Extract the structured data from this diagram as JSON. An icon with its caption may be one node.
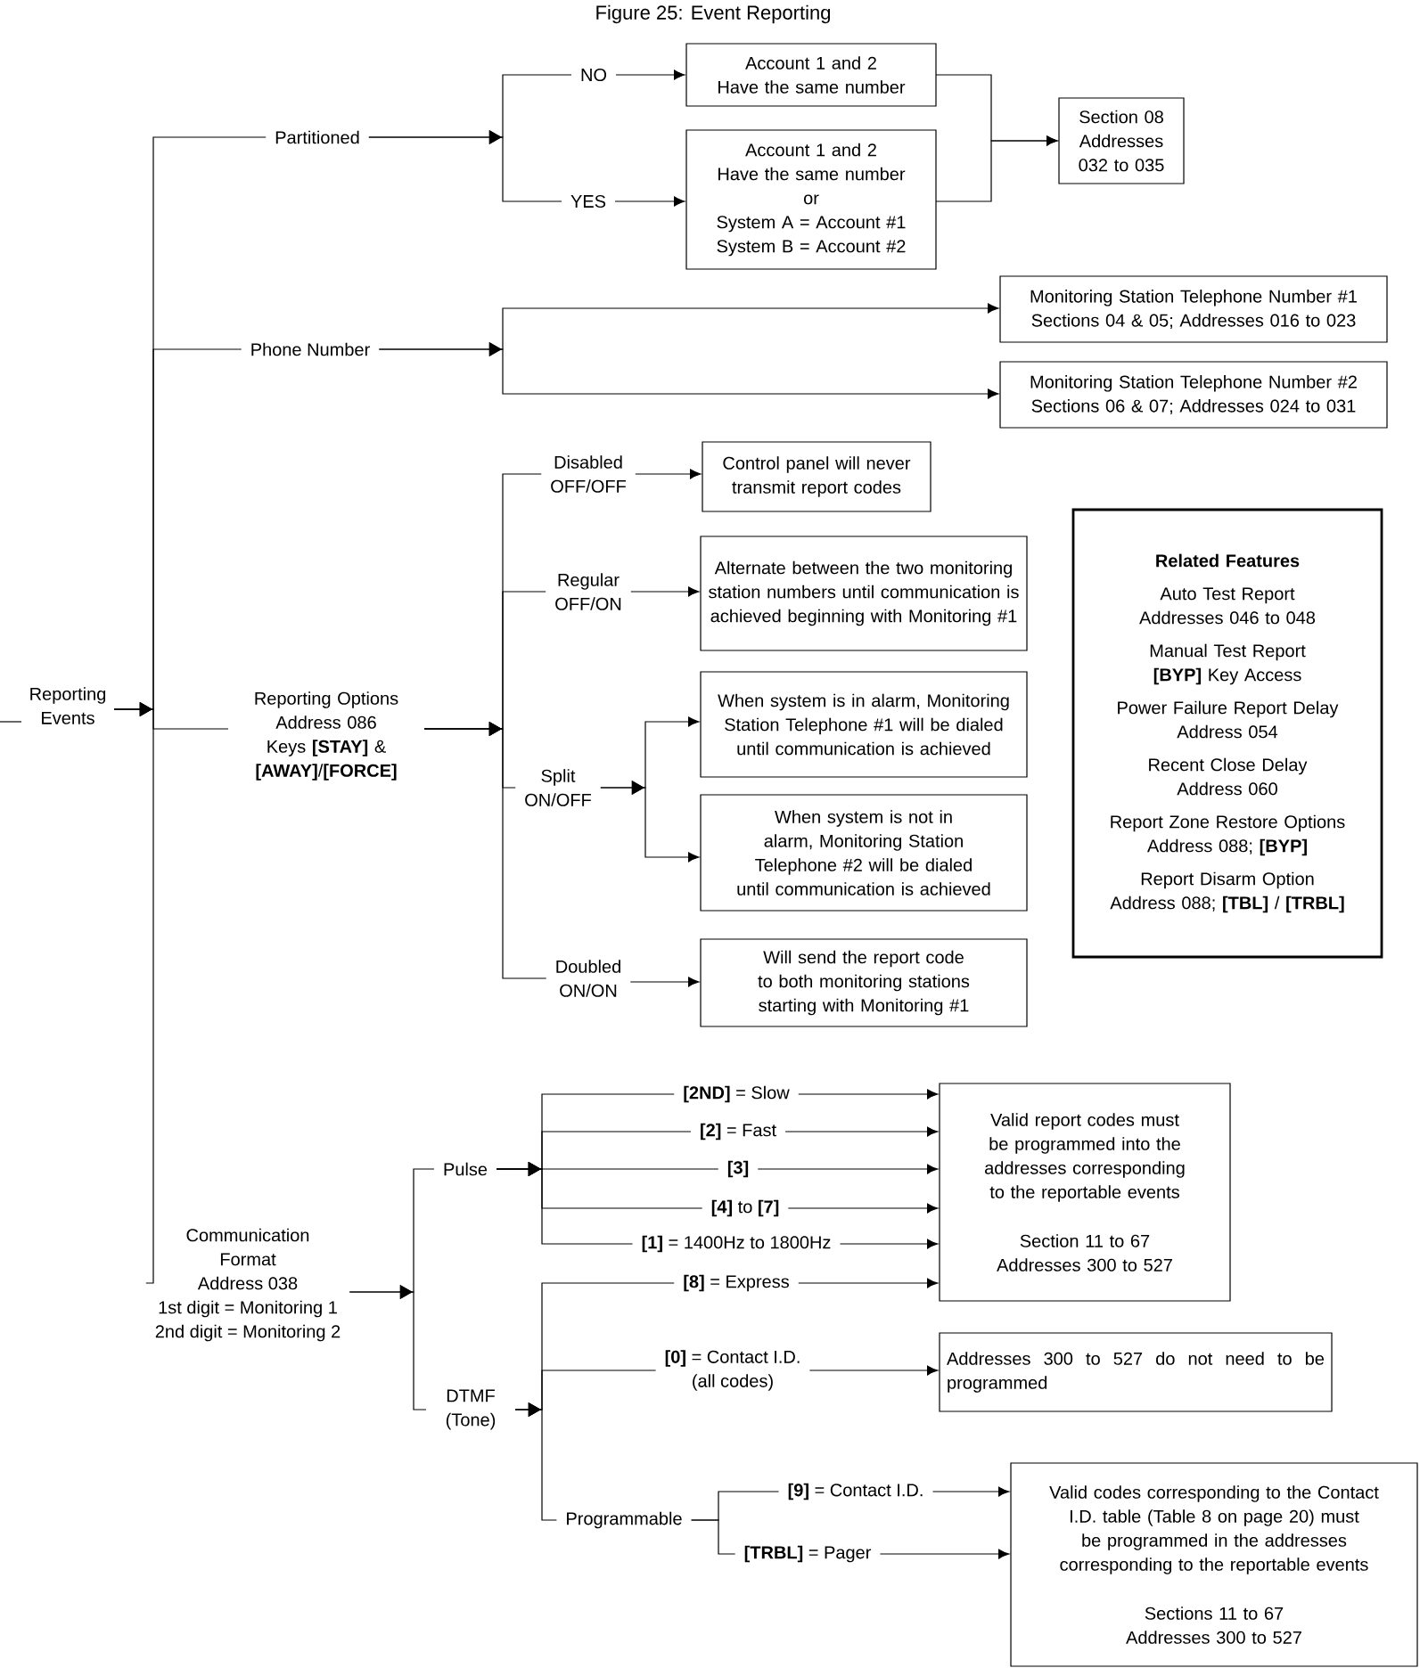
{
  "diagram": {
    "title": "Figure 25: Event Reporting",
    "nodes": [
      {
        "text": [
          "Reporting Events"
        ]
      },
      {
        "text": [
          "Partitioned"
        ]
      },
      {
        "text": [
          "NO"
        ]
      },
      {
        "text": [
          "YES"
        ]
      },
      {
        "text": [
          "Account 1 and 2",
          "Have the same number"
        ]
      },
      {
        "text": [
          "Account 1 and 2",
          "Have the same number",
          "or",
          "System A = Account #1",
          "System B = Account #2"
        ]
      },
      {
        "text": [
          "Section 08",
          "Addresses 032 to 035"
        ]
      },
      {
        "text": [
          "Phone Number"
        ]
      },
      {
        "text": [
          "Monitoring Station Telephone Number #1",
          "Sections 04 & 05; Addresses 016 to 023"
        ]
      },
      {
        "text": [
          "Monitoring Station Telephone Number #2",
          "Sections 06 & 07; Addresses 024 to 031"
        ]
      },
      {
        "text": [
          "Reporting Options",
          "Address 086",
          "Keys **[STAY]** & **[AWAY]**/**[FORCE]**"
        ]
      },
      {
        "text": [
          "Disabled",
          "OFF/OFF"
        ]
      },
      {
        "text": [
          "Control panel will never transmit report codes"
        ]
      },
      {
        "text": [
          "Regular",
          "OFF/ON"
        ]
      },
      {
        "text": [
          "Alternate between the two monitoring station numbers until communication is achieved beginning with Monitoring #1"
        ]
      },
      {
        "text": [
          "Split",
          "ON/OFF"
        ]
      },
      {
        "text": [
          "When system is in alarm, Monitoring Station Telephone #1 will be dialed until communication is achieved"
        ]
      },
      {
        "text": [
          "When system is not in alarm, Monitoring Station Telephone #2 will be dialed until communication is achieved"
        ]
      },
      {
        "text": [
          "Doubled",
          "ON/ON"
        ]
      },
      {
        "text": [
          "Will send the report code to both monitoring stations starting with Monitoring #1"
        ]
      },
      {
        "text": [
          "Communication Format",
          "Address 038",
          "1st digit = Monitoring 1",
          "2nd digit = Monitoring 2"
        ]
      },
      {
        "text": [
          "Pulse"
        ]
      },
      {
        "text": [
          "DTMF (Tone)"
        ]
      },
      {
        "text": [
          "**[2ND]** = Slow"
        ]
      },
      {
        "text": [
          "**[2]** = Fast"
        ]
      },
      {
        "text": [
          "**[3]**"
        ]
      },
      {
        "text": [
          "**[4]** to **[7]**"
        ]
      },
      {
        "text": [
          "**[1]** = 1400Hz to 1800Hz"
        ]
      },
      {
        "text": [
          "**[8]** = Express"
        ]
      },
      {
        "text": [
          "**[0]** = Contact I.D.",
          "(all codes)"
        ]
      },
      {
        "text": [
          "Programmable"
        ]
      },
      {
        "text": [
          "Valid report codes must be programmed into the addresses corresponding to the reportable events",
          "Section 11 to 67",
          "Addresses 300 to 527"
        ]
      },
      {
        "text": [
          "Addresses 300 to 527 do not need to be programmed"
        ]
      },
      {
        "text": [
          "**[9]** = Contact I.D."
        ]
      },
      {
        "text": [
          "**[TRBL]** = Pager"
        ]
      },
      {
        "text": [
          "Valid codes corresponding to the Contact I.D. table (Table 8 on page 20) must be programmed in the addresses corresponding to the reportable events",
          "Sections 11 to 67",
          "Addresses 300 to 527"
        ]
      },
      {
        "text": [
          "Related Features",
          "Auto Test Report",
          "Addresses 046 to 048",
          "Manual Test Report",
          "**[BYP]** Key Access",
          "Power Failure Report Delay",
          "Address 054",
          "Recent Close Delay",
          "Address 060",
          "Report Zone Restore Options",
          "Address 088; **[BYP]**",
          "Report Disarm Option",
          "Address 088; **[TBL]** / **[TRBL]**"
        ]
      }
    ],
    "edges": [
      {
        "from": null,
        "to": 0,
        "arrow": "none"
      },
      {
        "from": 0,
        "to": 1,
        "arrow": "to"
      },
      {
        "from": 0,
        "to": 7,
        "arrow": "to"
      },
      {
        "from": 0,
        "to": 10,
        "arrow": "to"
      },
      {
        "from": 0,
        "to": 20,
        "arrow": "to"
      },
      {
        "from": 1,
        "to": 2,
        "arrow": "to"
      },
      {
        "from": 1,
        "to": 3,
        "arrow": "to"
      },
      {
        "from": 2,
        "to": 4,
        "arrow": "to"
      },
      {
        "from": 3,
        "to": 5,
        "arrow": "to"
      },
      {
        "from": 4,
        "to": 6,
        "arrow": "to"
      },
      {
        "from": 5,
        "to": 6,
        "arrow": "to"
      },
      {
        "from": 7,
        "to": 8,
        "arrow": "to"
      },
      {
        "from": 7,
        "to": 9,
        "arrow": "to"
      },
      {
        "from": 10,
        "to": 11,
        "arrow": "to"
      },
      {
        "from": 10,
        "to": 13,
        "arrow": "to"
      },
      {
        "from": 10,
        "to": 15,
        "arrow": "to"
      },
      {
        "from": 10,
        "to": 18,
        "arrow": "to"
      },
      {
        "from": 11,
        "to": 12,
        "arrow": "to"
      },
      {
        "from": 13,
        "to": 14,
        "arrow": "to"
      },
      {
        "from": 15,
        "to": 16,
        "arrow": "to"
      },
      {
        "from": 15,
        "to": 17,
        "arrow": "to"
      },
      {
        "from": 18,
        "to": 19,
        "arrow": "to"
      },
      {
        "from": 20,
        "to": 21,
        "arrow": "to"
      },
      {
        "from": 20,
        "to": 22,
        "arrow": "to"
      },
      {
        "from": 21,
        "to": 23,
        "arrow": "to"
      },
      {
        "from": 21,
        "to": 24,
        "arrow": "to"
      },
      {
        "from": 21,
        "to": 25,
        "arrow": "to"
      },
      {
        "from": 21,
        "to": 26,
        "arrow": "to"
      },
      {
        "from": 21,
        "to": 27,
        "arrow": "to"
      },
      {
        "from": 22,
        "to": 28,
        "arrow": "to"
      },
      {
        "from": 22,
        "to": 29,
        "arrow": "to"
      },
      {
        "from": 22,
        "to": 30,
        "arrow": "to"
      },
      {
        "from": 23,
        "to": 31,
        "arrow": "to"
      },
      {
        "from": 24,
        "to": 31,
        "arrow": "to"
      },
      {
        "from": 25,
        "to": 31,
        "arrow": "to"
      },
      {
        "from": 26,
        "to": 31,
        "arrow": "to"
      },
      {
        "from": 27,
        "to": 31,
        "arrow": "to"
      },
      {
        "from": 28,
        "to": 31,
        "arrow": "to"
      },
      {
        "from": 29,
        "to": 32,
        "arrow": "to"
      },
      {
        "from": 30,
        "to": 33,
        "arrow": "none"
      },
      {
        "from": 30,
        "to": 34,
        "arrow": "none"
      },
      {
        "from": 33,
        "to": 35,
        "arrow": "to"
      },
      {
        "from": 34,
        "to": 35,
        "arrow": "to"
      }
    ]
  }
}
